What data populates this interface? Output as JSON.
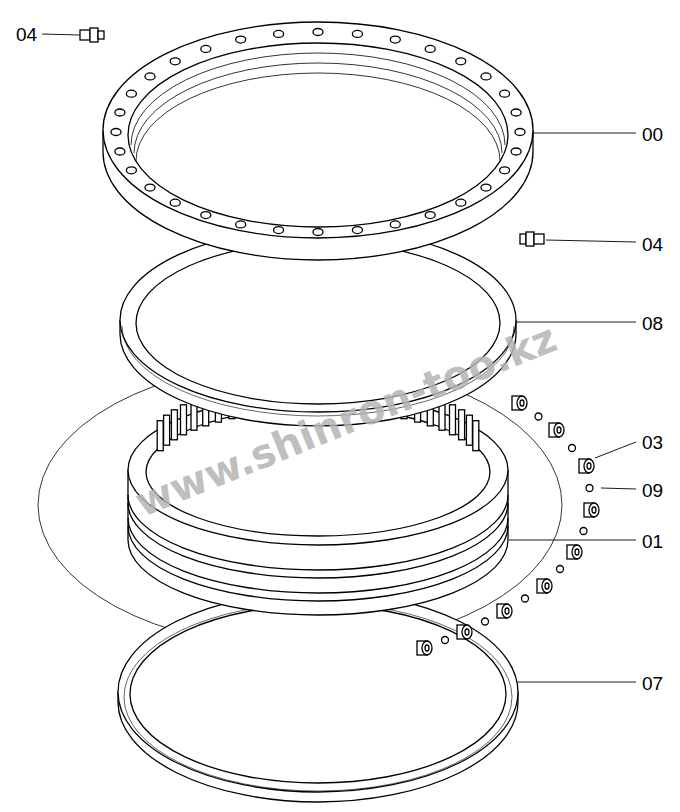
{
  "diagram": {
    "labels": [
      "04",
      "00",
      "04",
      "08",
      "03",
      "09",
      "01",
      "07",
      "www.shinron-too.kz"
    ]
  }
}
